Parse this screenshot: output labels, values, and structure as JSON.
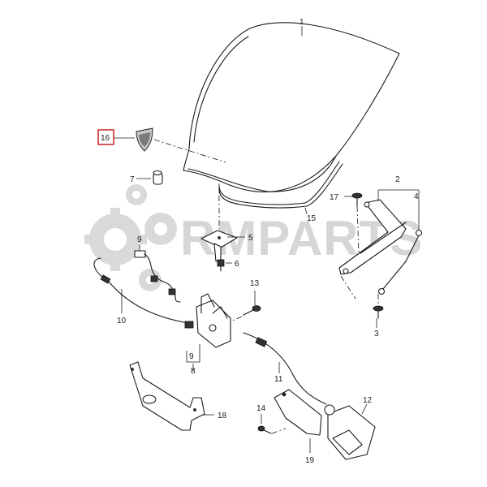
{
  "watermark": {
    "text": "RMPARTS"
  },
  "callouts": [
    {
      "id": "c1",
      "label": "1"
    },
    {
      "id": "c2",
      "label": "2"
    },
    {
      "id": "c3",
      "label": "3"
    },
    {
      "id": "c4",
      "label": "4"
    },
    {
      "id": "c5",
      "label": "5"
    },
    {
      "id": "c6",
      "label": "6"
    },
    {
      "id": "c7",
      "label": "7"
    },
    {
      "id": "c8",
      "label": "8"
    },
    {
      "id": "c9a",
      "label": "9"
    },
    {
      "id": "c9b",
      "label": "9"
    },
    {
      "id": "c10",
      "label": "10"
    },
    {
      "id": "c11",
      "label": "11"
    },
    {
      "id": "c12",
      "label": "12"
    },
    {
      "id": "c13",
      "label": "13"
    },
    {
      "id": "c14",
      "label": "14"
    },
    {
      "id": "c15",
      "label": "15"
    },
    {
      "id": "c16",
      "label": "16"
    },
    {
      "id": "c17",
      "label": "17"
    },
    {
      "id": "c18",
      "label": "18"
    },
    {
      "id": "c19",
      "label": "19"
    }
  ],
  "highlight": {
    "callout": "16",
    "color": "#c00000"
  }
}
